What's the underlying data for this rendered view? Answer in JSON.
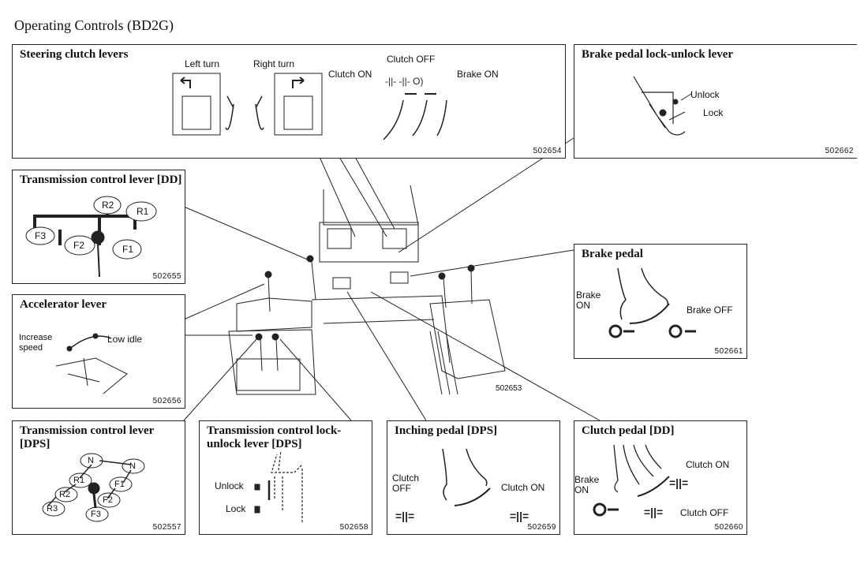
{
  "title": "Operating Controls (BD2G)",
  "center_figure_number": "502653",
  "panels": {
    "steering": {
      "heading": "Steering clutch levers",
      "left_turn": "Left turn",
      "right_turn": "Right turn",
      "clutch_off": "Clutch OFF",
      "clutch_on": "Clutch ON",
      "brake_on": "Brake ON",
      "number": "502654"
    },
    "brake_lock": {
      "heading": "Brake pedal lock-unlock lever",
      "unlock": "Unlock",
      "lock": "Lock",
      "number": "502662"
    },
    "trans_dd": {
      "heading": "Transmission control lever [DD]",
      "gears": [
        "R2",
        "R1",
        "F3",
        "F2",
        "F1"
      ],
      "number": "502655"
    },
    "accelerator": {
      "heading": "Accelerator lever",
      "increase": "Increase speed",
      "low_idle": "Low idle",
      "number": "502656"
    },
    "brake_pedal": {
      "heading": "Brake pedal",
      "brake_on": "Brake ON",
      "brake_off": "Brake OFF",
      "number": "502661"
    },
    "trans_dps": {
      "heading": "Transmission control lever [DPS]",
      "gears": [
        "N",
        "N",
        "R1",
        "F1",
        "R2",
        "F2",
        "R3",
        "F3"
      ],
      "number": "502557"
    },
    "trans_lock": {
      "heading": "Transmission control lock-unlock lever [DPS]",
      "unlock": "Unlock",
      "lock": "Lock",
      "number": "502658"
    },
    "inching": {
      "heading": "Inching pedal [DPS]",
      "clutch_off": "Clutch OFF",
      "clutch_on": "Clutch ON",
      "number": "502659"
    },
    "clutch_pedal": {
      "heading": "Clutch pedal [DD]",
      "clutch_on": "Clutch ON",
      "brake_on": "Brake ON",
      "clutch_off": "Clutch OFF",
      "number": "502660"
    }
  }
}
